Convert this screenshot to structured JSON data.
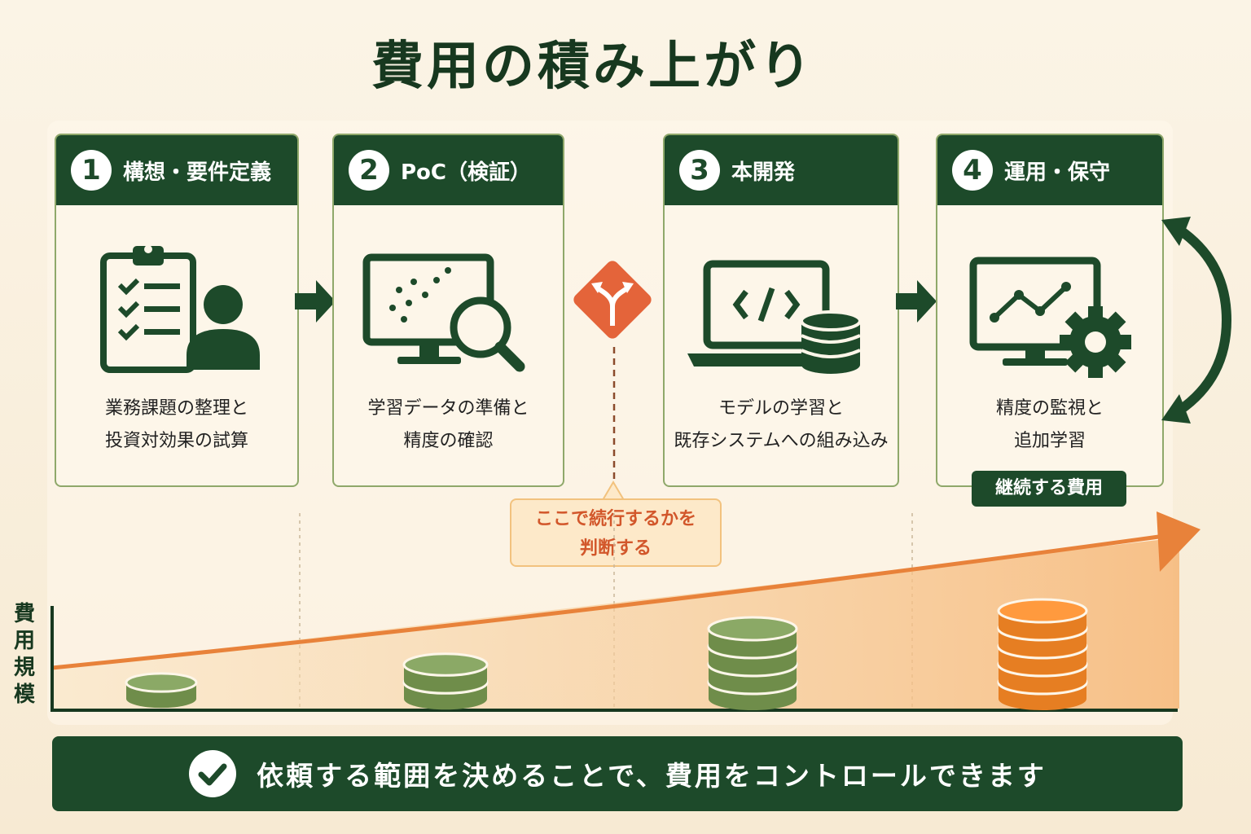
{
  "title": "費用の積み上がり",
  "steps": [
    {
      "number": "1",
      "title": "構想・要件定義",
      "desc_line1": "業務課題の整理と",
      "desc_line2": "投資対効果の試算",
      "icon": "clipboard-checklist-person-icon"
    },
    {
      "number": "2",
      "title": "PoC（検証）",
      "desc_line1": "学習データの準備と",
      "desc_line2": "精度の確認",
      "icon": "monitor-scatter-magnifier-icon"
    },
    {
      "number": "3",
      "title": "本開発",
      "desc_line1": "モデルの学習と",
      "desc_line2": "既存システムへの組み込み",
      "icon": "laptop-code-database-icon"
    },
    {
      "number": "4",
      "title": "運用・保守",
      "desc_line1": "精度の監視と",
      "desc_line2": "追加学習",
      "icon": "monitor-chart-gear-icon"
    }
  ],
  "decision": {
    "icon": "fork-diamond-icon",
    "line1": "ここで続行するかを",
    "line2": "判断する"
  },
  "ongoing_badge": "継続する費用",
  "y_axis_label": [
    "費",
    "用",
    "規",
    "模"
  ],
  "cost_stacks": [
    {
      "stage": "1",
      "layers": 1,
      "color": "#6f8d4a"
    },
    {
      "stage": "2",
      "layers": 2,
      "color": "#6f8d4a"
    },
    {
      "stage": "3",
      "layers": 4,
      "color": "#6f8d4a"
    },
    {
      "stage": "4",
      "layers": 5,
      "color": "#e67e22"
    }
  ],
  "footer": {
    "icon": "check-circle-icon",
    "text": "依頼する範囲を決めることで、費用をコントロールできます"
  },
  "colors": {
    "dark_green": "#1d4a2a",
    "light_green": "#8fa86a",
    "orange": "#e67e22",
    "accent_red": "#d2572b",
    "background": "#fbf4e6"
  }
}
